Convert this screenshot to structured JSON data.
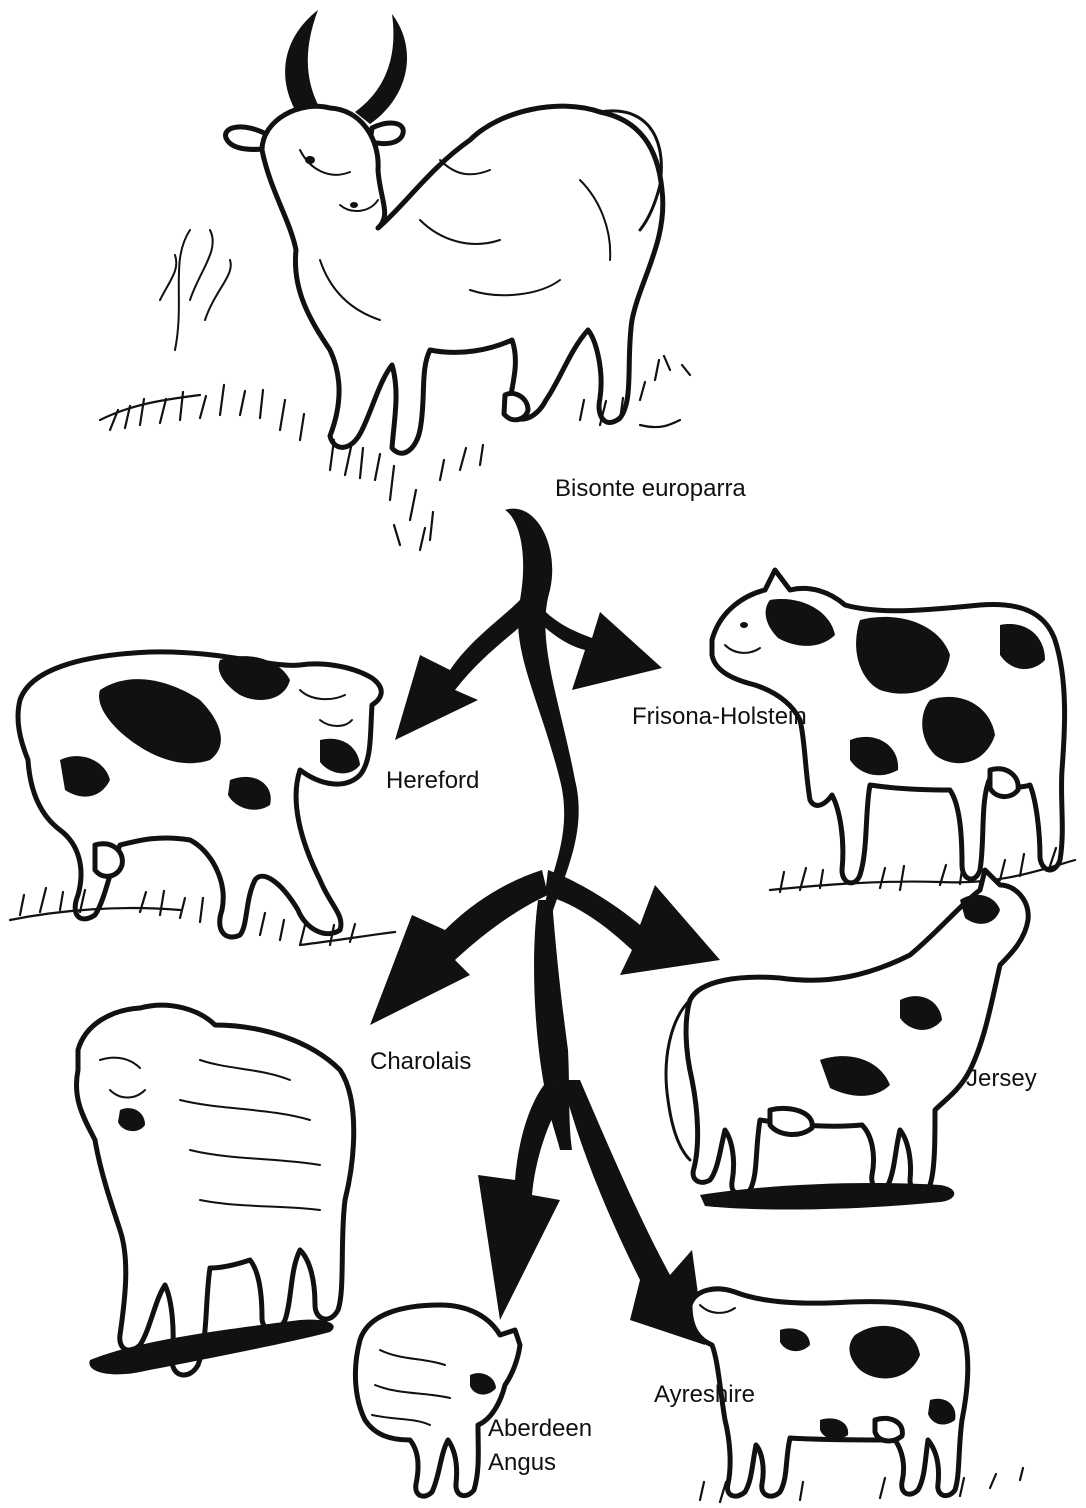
{
  "diagram": {
    "labels": {
      "bisonte": "Bisonte europarra",
      "frisona": "Frisona-Holstein",
      "hereford": "Hereford",
      "charolais": "Charolais",
      "jersey": "Jersey",
      "aberdeen_line1": "Aberdeen",
      "aberdeen_line2": "Angus",
      "ayreshire": "Ayreshire"
    },
    "colors": {
      "ink": "#111111",
      "paper": "#ffffff"
    }
  }
}
